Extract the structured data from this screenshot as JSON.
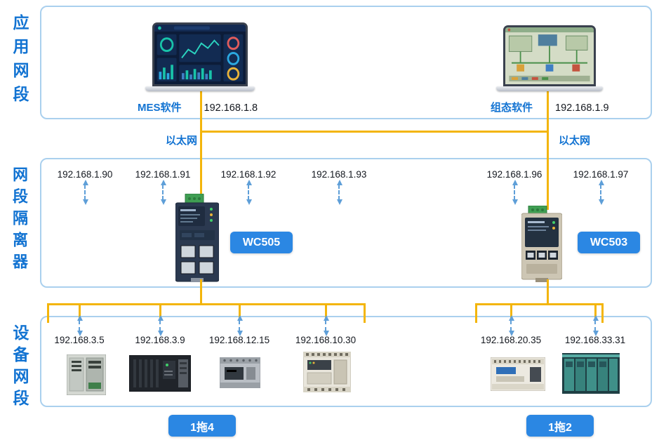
{
  "sections": {
    "application": "应用网段",
    "isolator": "网段隔离器",
    "devices": "设备网段"
  },
  "app": {
    "mes_label": "MES软件",
    "mes_ip": "192.168.1.8",
    "scada_label": "组态软件",
    "scada_ip": "192.168.1.9",
    "ethernet_left": "以太网",
    "ethernet_right": "以太网"
  },
  "isolator": {
    "ips": [
      "192.168.1.90",
      "192.168.1.91",
      "192.168.1.92",
      "192.168.1.93",
      "192.168.1.96",
      "192.168.1.97"
    ],
    "gateway_left": "WC505",
    "gateway_right": "WC503"
  },
  "devices": {
    "ips": [
      "192.168.3.5",
      "192.168.3.9",
      "192.168.12.15",
      "192.168.10.30",
      "192.168.20.35",
      "192.168.33.31"
    ],
    "group_left": "1拖4",
    "group_right": "1拖2"
  },
  "colors": {
    "accent_blue": "#2b87e3",
    "label_blue": "#1273d2",
    "line_yellow": "#f3b50b",
    "dash_blue": "#5f9fd8",
    "box_border": "#aad0ee"
  }
}
